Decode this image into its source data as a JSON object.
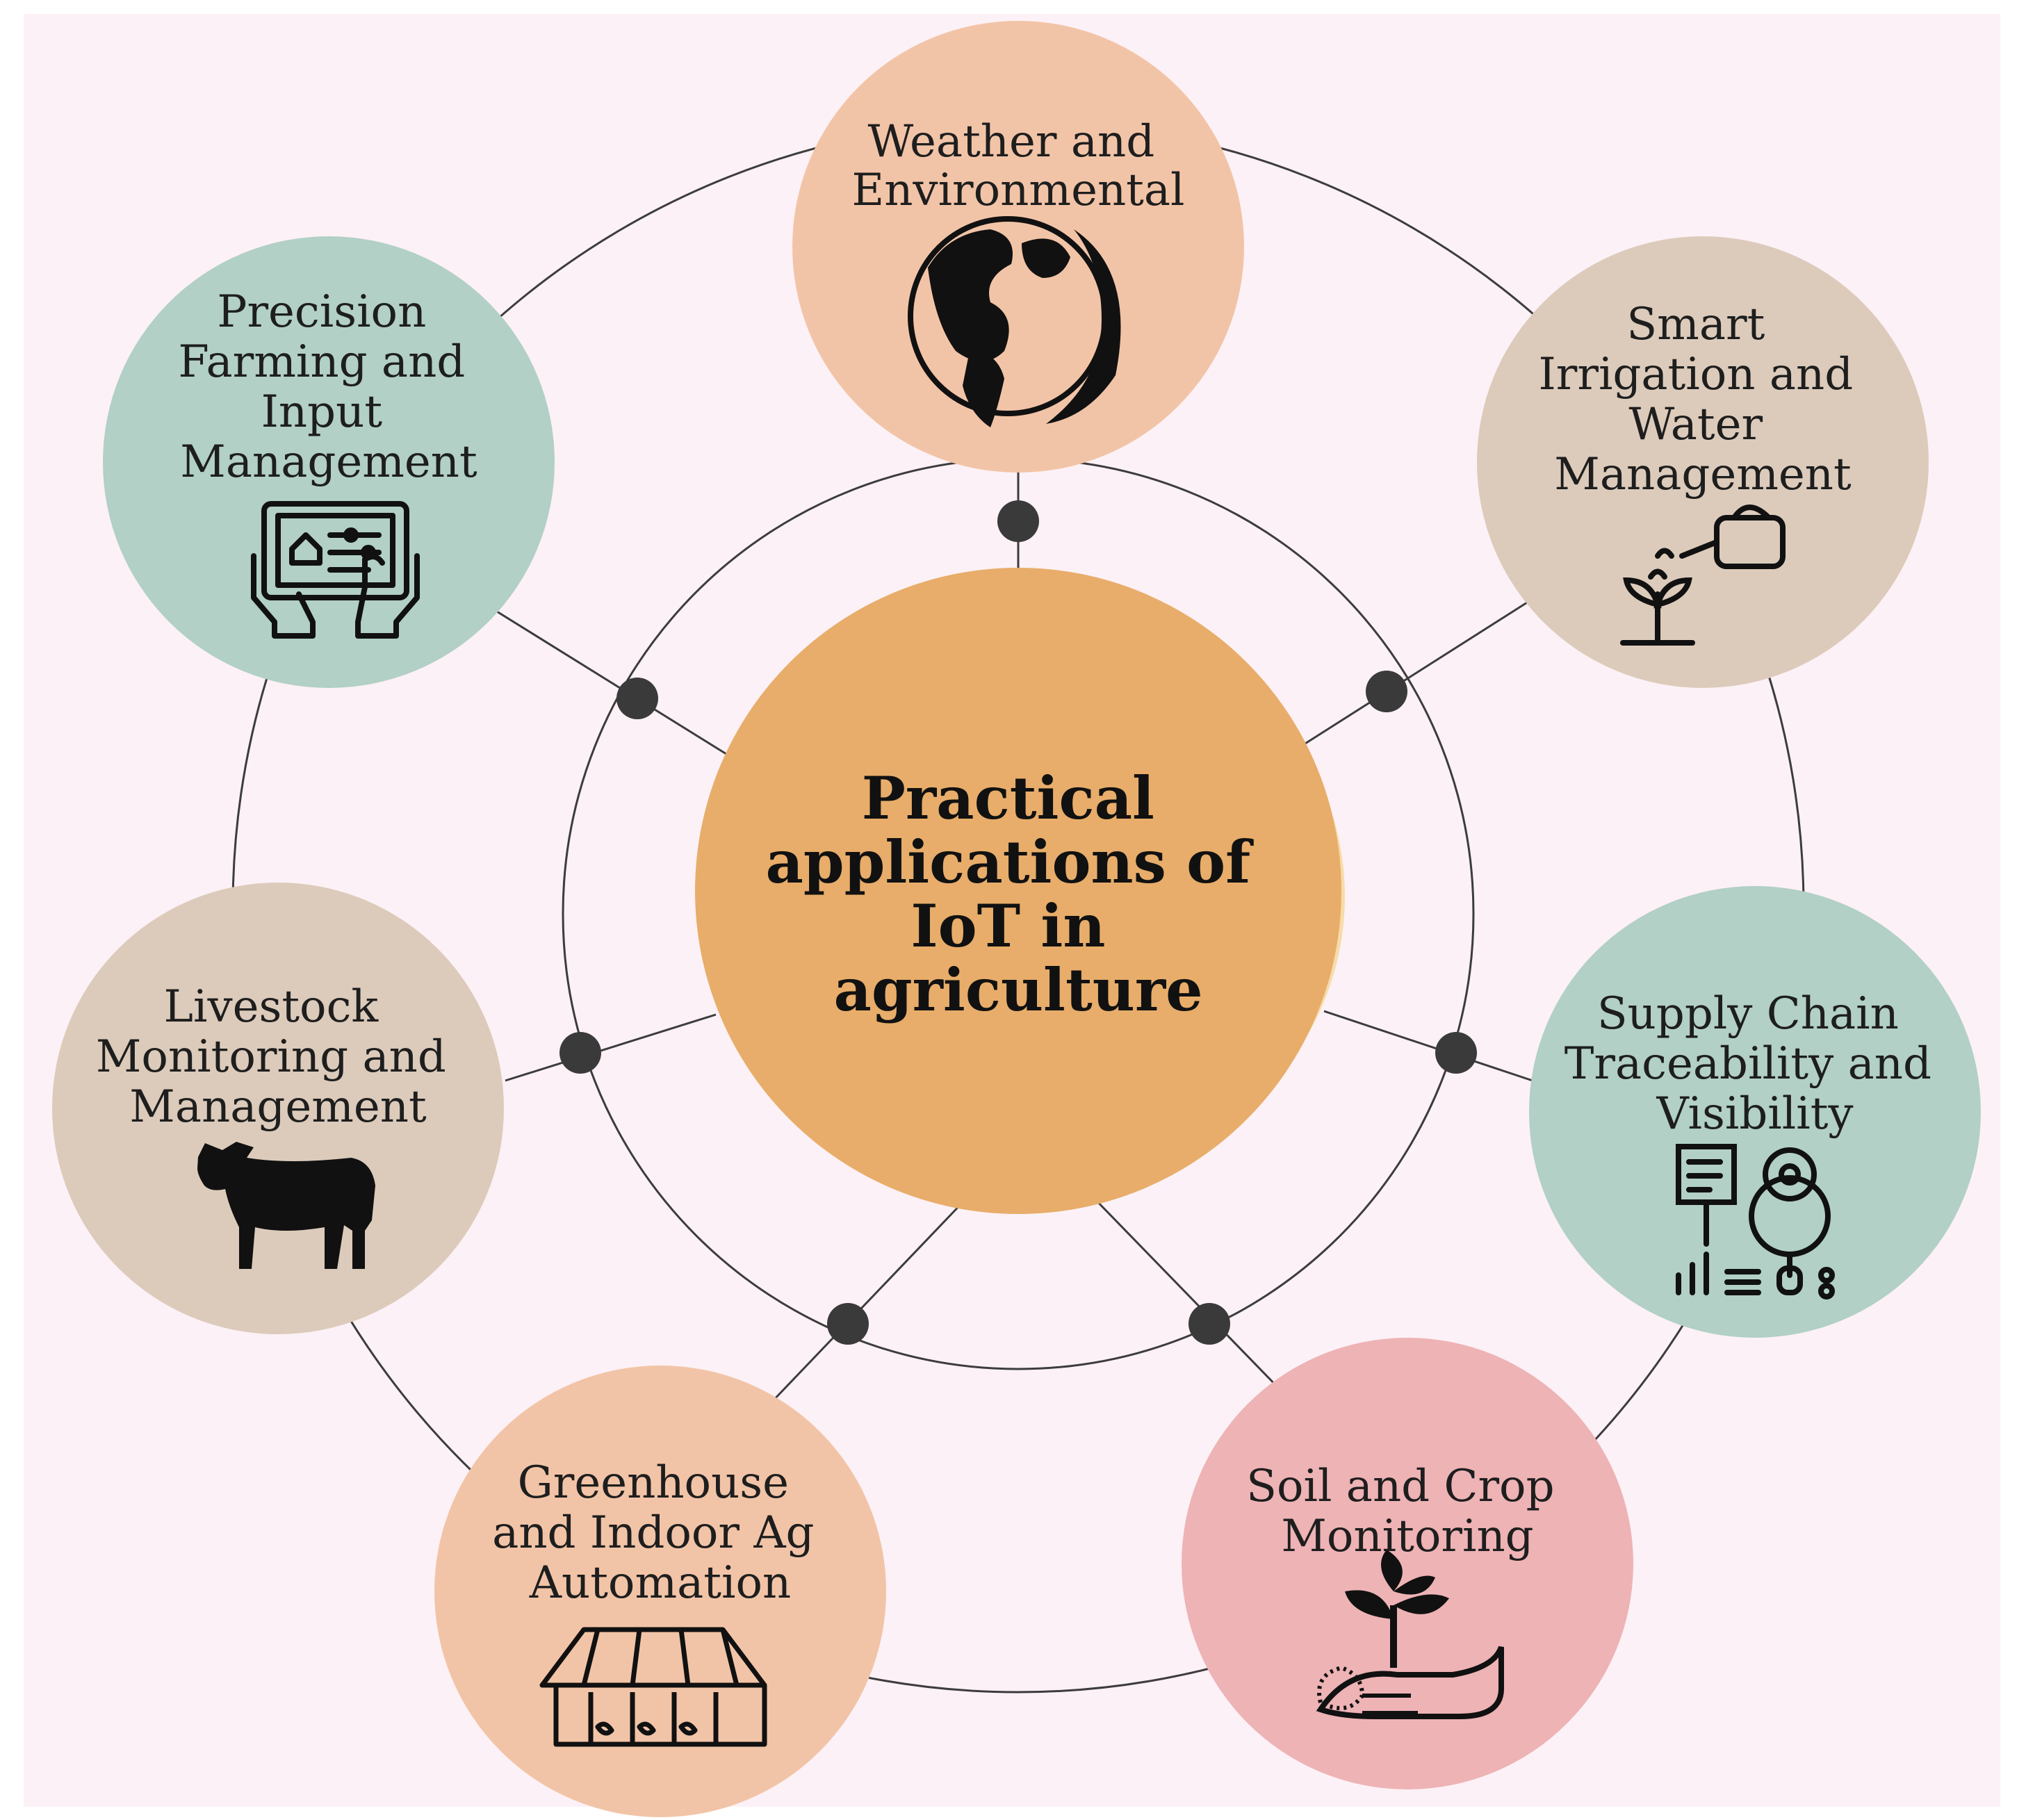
{
  "center": {
    "lines": [
      "Practical",
      "applications of",
      "IoT in",
      "agriculture"
    ]
  },
  "nodes": [
    {
      "id": "weather",
      "lines": [
        "Weather and",
        "Environmental"
      ],
      "icon": "globe-leaf-icon"
    },
    {
      "id": "irrigation",
      "lines": [
        "Smart",
        "Irrigation and",
        "Water",
        "Management"
      ],
      "icon": "watering-can-plant-icon"
    },
    {
      "id": "supply-chain",
      "lines": [
        "Supply Chain",
        "Traceability and",
        "Visibility"
      ],
      "icon": "dashboard-magnifier-icon"
    },
    {
      "id": "soil",
      "lines": [
        "Soil and Crop",
        "Monitoring"
      ],
      "icon": "hand-sprout-icon"
    },
    {
      "id": "greenhouse",
      "lines": [
        "Greenhouse",
        "and Indoor Ag",
        "Automation"
      ],
      "icon": "greenhouse-icon"
    },
    {
      "id": "livestock",
      "lines": [
        "Livestock",
        "Monitoring and",
        "Management"
      ],
      "icon": "cow-icon"
    },
    {
      "id": "precision",
      "lines": [
        "Precision",
        "Farming and",
        "Input",
        "Management"
      ],
      "icon": "tablet-control-icon"
    }
  ],
  "colors": {
    "background": "#fcf1f6",
    "center": "#e8ad6a",
    "peach": "#f2c4a7",
    "tan": "#dccbbb",
    "teal": "#b2d0c5",
    "pink": "#eeb3b5",
    "line": "#3c3c3c",
    "dot": "#3a3a3a"
  }
}
